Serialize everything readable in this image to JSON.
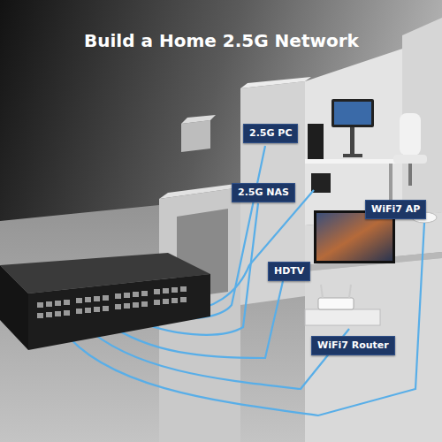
{
  "diagram": {
    "title": "Build a Home 2.5G Network",
    "nodes": [
      {
        "text": [
          "2.5G PC"
        ]
      },
      {
        "text": [
          "2.5G NAS"
        ]
      },
      {
        "text": [
          "HDTV"
        ]
      },
      {
        "text": [
          "WiFi7 AP"
        ]
      },
      {
        "text": [
          "WiFi7 Router"
        ]
      }
    ]
  }
}
